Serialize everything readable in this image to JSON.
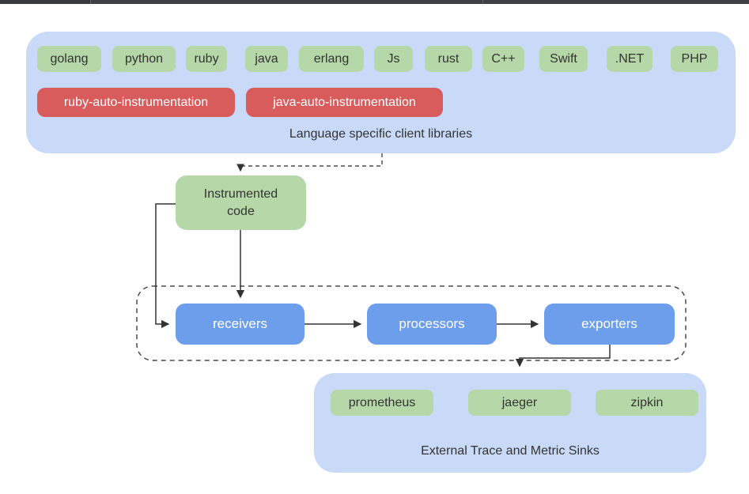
{
  "colors": {
    "container_blue": "#c9daf8",
    "chip_green": "#b6d7a8",
    "chip_red": "#d95c5c",
    "node_blue": "#6d9eeb",
    "text_dark": "#333333",
    "text_light": "#ffffff",
    "line_solid": "#333333",
    "line_dashed": "#4a4a4a",
    "topbar": "#3d4145"
  },
  "libraries": {
    "caption": "Language specific client libraries",
    "languages": [
      "golang",
      "python",
      "ruby",
      "java",
      "erlang",
      "Js",
      "rust",
      "C++",
      "Swift",
      ".NET",
      "PHP"
    ],
    "auto": [
      "ruby-auto-instrumentation",
      "java-auto-instrumentation"
    ]
  },
  "instrumented": {
    "label": "Instrumented\ncode"
  },
  "pipeline": {
    "nodes": [
      "receivers",
      "processors",
      "exporters"
    ]
  },
  "sinks": {
    "caption": "External Trace and Metric Sinks",
    "items": [
      "prometheus",
      "jaeger",
      "zipkin"
    ]
  }
}
